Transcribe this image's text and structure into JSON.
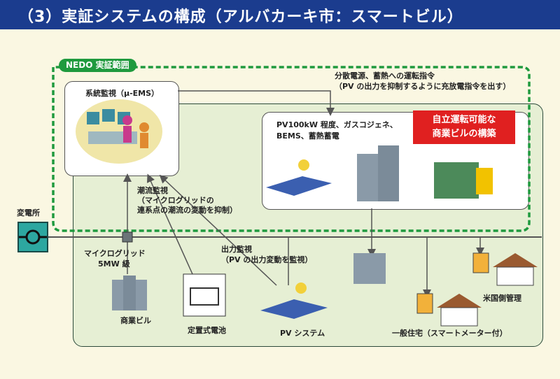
{
  "title": "（3）実証システムの構成（アルバカーキ市：スマートビル）",
  "nedo_label": "NEDO 実証範囲",
  "ems": {
    "label": "系統監視（μ-EMS）"
  },
  "instruction": {
    "line1": "分散電源、蓄熱への運転指令",
    "line2": "（PV の出力を抑制するように充放電指令を出す）"
  },
  "building_systems": {
    "line1": "PV100kW 程度、ガスコジェネ、",
    "line2": "BEMS、蓄熱蓄電"
  },
  "highlight": {
    "line1": "自立運転可能な",
    "line2": "商業ビルの構築",
    "color": "#e02020"
  },
  "substation_label": "変電所",
  "flow_monitor": {
    "line1": "潮流監視",
    "line2": "（マイクログリッドの",
    "line3": "連系点の潮流の変動を抑制）"
  },
  "microgrid": {
    "line1": "マイクログリッド",
    "line2": "5MW 級"
  },
  "output_monitor": {
    "line1": "出力監視",
    "line2": "（PV の出力変動を監視）"
  },
  "commercial_building_label": "商業ビル",
  "battery_label": "定置式電池",
  "pv_label": "PV システム",
  "house_label": "一般住宅（スマートメーター付）",
  "us_side_label": "米国側管理",
  "colors": {
    "title_bg": "#1b3c8e",
    "nedo_green": "#1f9a3e",
    "grid_bg": "#e6efd4",
    "substation": "#2da7a0"
  }
}
